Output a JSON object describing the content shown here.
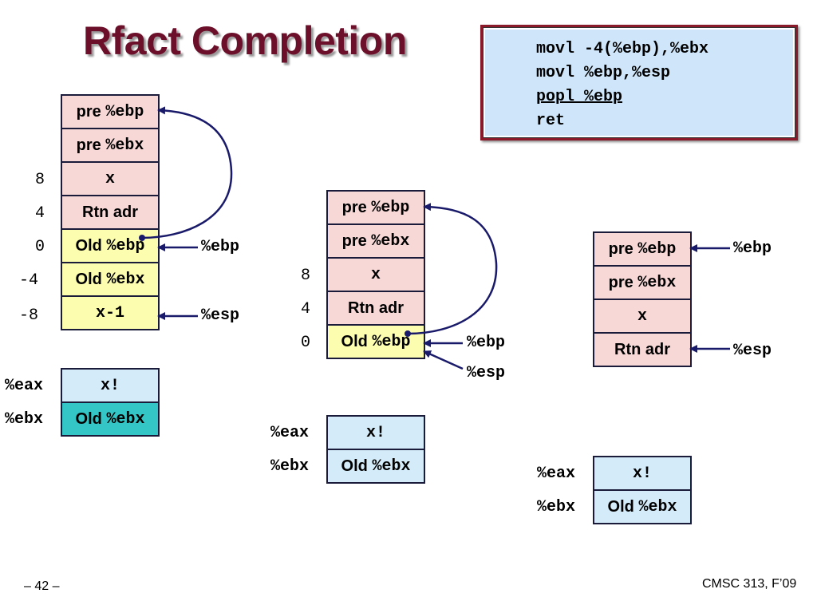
{
  "title": "Rfact Completion",
  "code": {
    "lines": [
      "movl -4(%ebp),%ebx",
      "movl %ebp,%esp",
      "popl %ebp",
      "ret"
    ]
  },
  "word_pre": "pre",
  "word_old": "Old",
  "reg_ebp": "%ebp",
  "reg_ebx": "%ebx",
  "reg_esp": "%esp",
  "reg_eax": "%eax",
  "cell_x": "x",
  "cell_rtn": "Rtn adr",
  "cell_xm1": "x-1",
  "cell_xfact": "x!",
  "offsets": {
    "p8": "8",
    "p4": "4",
    "z": "0",
    "m4": "-4",
    "m8": "-8"
  },
  "footer": {
    "page": "– 42 –",
    "course": "CMSC 313, F’09"
  },
  "colors": {
    "title": "#6b0f2a",
    "code_frame": "#8a1a2a",
    "code_bg": "#cfe6fa",
    "pink": "#f8d7d7",
    "yellow": "#fdfdb0",
    "blue": "#d4ecfa",
    "teal": "#34c6c6",
    "arrow": "#1a1a6a"
  }
}
